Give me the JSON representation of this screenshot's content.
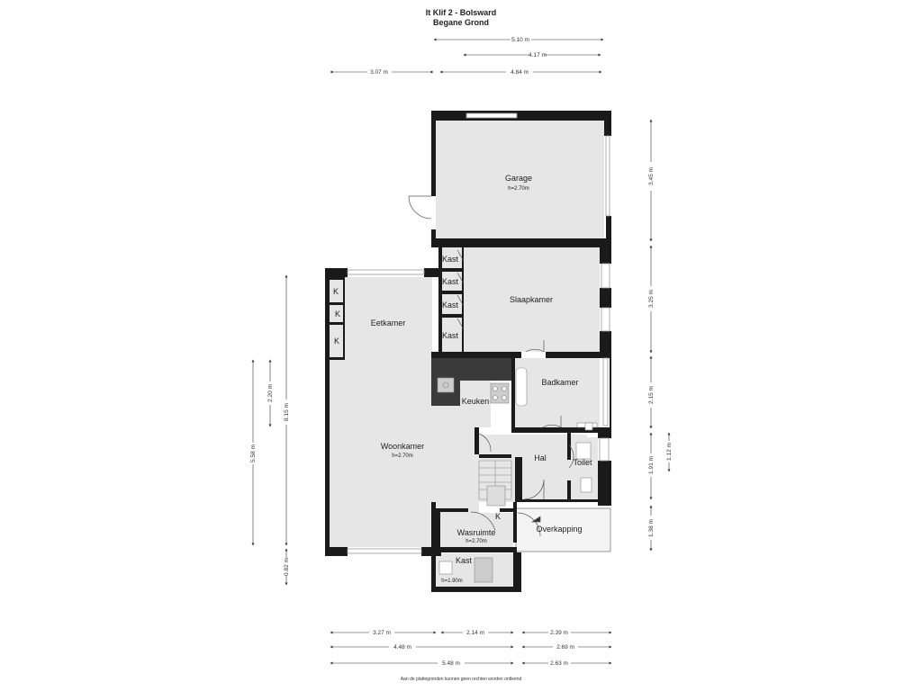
{
  "title": {
    "address": "It Klif 2 - Bolsward",
    "floor": "Begane Grond"
  },
  "rooms": {
    "garage": {
      "label": "Garage",
      "height": "h=2.70m"
    },
    "slaapkamer": {
      "label": "Slaapkamer"
    },
    "kast1": {
      "label": "Kast"
    },
    "kast2": {
      "label": "Kast"
    },
    "kast3": {
      "label": "Kast"
    },
    "kast4": {
      "label": "Kast"
    },
    "eetkamer": {
      "label": "Eetkamer"
    },
    "k1": {
      "label": "K"
    },
    "k2": {
      "label": "K"
    },
    "k3": {
      "label": "K"
    },
    "keuken": {
      "label": "Keuken"
    },
    "badkamer": {
      "label": "Badkamer"
    },
    "woonkamer": {
      "label": "Woonkamer",
      "height": "h=2.70m"
    },
    "hal": {
      "label": "Hal"
    },
    "toilet": {
      "label": "Toilet"
    },
    "k4": {
      "label": "K"
    },
    "wasruimte": {
      "label": "Wasruimte",
      "height": "h=2.70m"
    },
    "overkapping": {
      "label": "Overkapping"
    },
    "kast5": {
      "label": "Kast",
      "height": "h=1.90m"
    }
  },
  "dimensions": {
    "top_510": "5.10 m",
    "top_417": "4.17 m",
    "top_307": "3.07 m",
    "top_484": "4.84 m",
    "right_345": "3.45 m",
    "right_325": "3.25 m",
    "right_215": "2.15 m",
    "right_191": "1.91 m",
    "right_112": "1.12 m",
    "right_138": "1.38 m",
    "left_558": "5.58 m",
    "left_220": "2.20 m",
    "left_815": "8.15 m",
    "left_082": "0.82 m",
    "bottom_327": "3.27 m",
    "bottom_214": "2.14 m",
    "bottom_239": "2.39 m",
    "bottom_448": "4.48 m",
    "bottom_269": "2.69 m",
    "bottom_548": "5.48 m",
    "bottom_263": "2.63 m"
  },
  "footer": "Aan de plattegronden kunnen geen rechten worden ontleend",
  "colors": {
    "wall": "#1a1a1a",
    "floor": "#e6e6e6",
    "kitchen": "#3a3a3a",
    "overkapping": "#f4f4f4"
  }
}
